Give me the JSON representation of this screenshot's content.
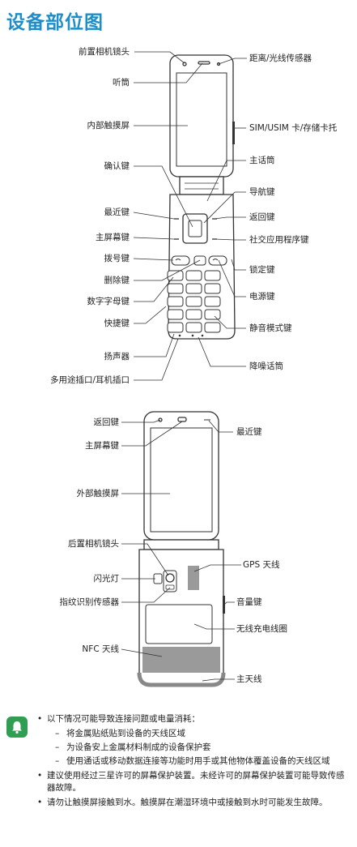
{
  "title": "设备部位图",
  "top_labels": {
    "front_camera": "前置相机镜头",
    "proximity_sensor": "距离/光线传感器",
    "receiver": "听筒",
    "inner_touchscreen": "内部触摸屏",
    "sim_tray": "SIM/USIM 卡/存储卡托",
    "ok_key": "确认键",
    "main_mic": "主话筒",
    "nav_key": "导航键",
    "recent_key": "最近键",
    "back_key": "返回键",
    "home_key": "主屏幕键",
    "social_key": "社交应用程序键",
    "dial_key": "拨号键",
    "lock_key": "锁定键",
    "delete_key": "删除键",
    "power_key": "电源键",
    "alnum_keys": "数字字母键",
    "shortcut_key": "快捷键",
    "silent_key": "静音模式键",
    "speaker": "扬声器",
    "noise_mic": "降噪话筒",
    "jack": "多用途插口/耳机插口"
  },
  "bottom_labels": {
    "back_key": "返回键",
    "recent_key": "最近键",
    "home_key": "主屏幕键",
    "outer_touchscreen": "外部触摸屏",
    "rear_camera": "后置相机镜头",
    "gps_antenna": "GPS 天线",
    "flash": "闪光灯",
    "fingerprint": "指纹识别传感器",
    "volume_key": "音量键",
    "wireless_coil": "无线充电线圈",
    "nfc_antenna": "NFC 天线",
    "main_antenna": "主天线"
  },
  "notes": {
    "icon": "bell-icon",
    "item1": "以下情况可能导致连接问题或电量消耗：",
    "sub1": "将金属贴纸贴到设备的天线区域",
    "sub2": "为设备安上金属材料制成的设备保护套",
    "sub3": "使用通话或移动数据连接等功能时用手或其他物体覆盖设备的天线区域",
    "item2": "建议使用经过三星许可的屏幕保护装置。未经许可的屏幕保护装置可能导致传感器故障。",
    "item3": "请勿让触摸屏接触到水。触摸屏在潮湿环境中或接触到水时可能发生故障。"
  }
}
